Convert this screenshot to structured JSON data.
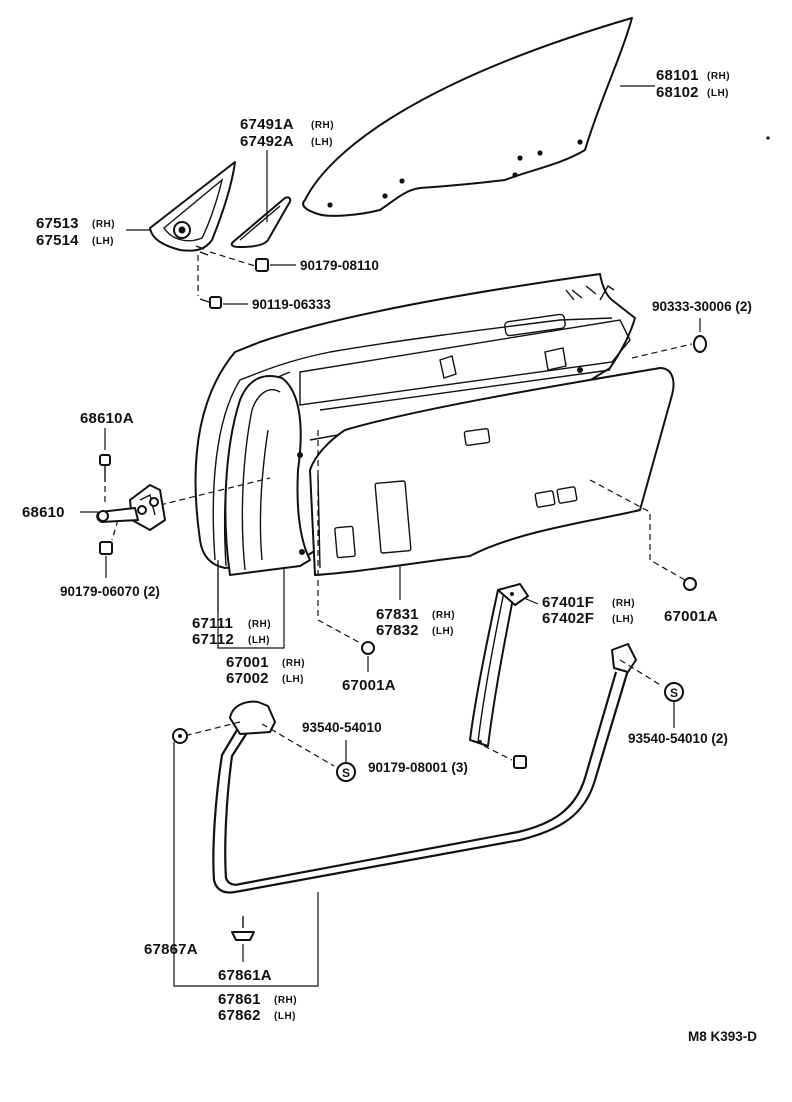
{
  "labels": {
    "l68101": "68101",
    "l68101s": "(RH)",
    "l68102": "68102",
    "l68102s": "(LH)",
    "l67491": "67491A",
    "l67491s": "(RH)",
    "l67492": "67492A",
    "l67492s": "(LH)",
    "l67513": "67513",
    "l67513s": "(RH)",
    "l67514": "67514",
    "l67514s": "(LH)",
    "l90179a": "90179-08110",
    "l90119": "90119-06333",
    "l90333": "90333-30006 (2)",
    "l68610a": "68610A",
    "l68610": "68610",
    "l90179b": "90179-06070 (2)",
    "l67111": "67111",
    "l67111s": "(RH)",
    "l67112": "67112",
    "l67112s": "(LH)",
    "l67001": "67001",
    "l67001s": "(RH)",
    "l67002": "67002",
    "l67002s": "(LH)",
    "l67831": "67831",
    "l67831s": "(RH)",
    "l67832": "67832",
    "l67832s": "(LH)",
    "l67001a1": "67001A",
    "l67001a2": "67001A",
    "l67401": "67401F",
    "l67401s": "(RH)",
    "l67402": "67402F",
    "l67402s": "(LH)",
    "l93540a": "93540-54010",
    "l93540b": "93540-54010 (2)",
    "l90179c": "90179-08001 (3)",
    "l67867": "67867A",
    "l67861a": "67861A",
    "l67861": "67861",
    "l67861s": "(RH)",
    "l67862": "67862",
    "l67862s": "(LH)",
    "s_mark": "S",
    "footer_code": "M8  K393-D"
  }
}
